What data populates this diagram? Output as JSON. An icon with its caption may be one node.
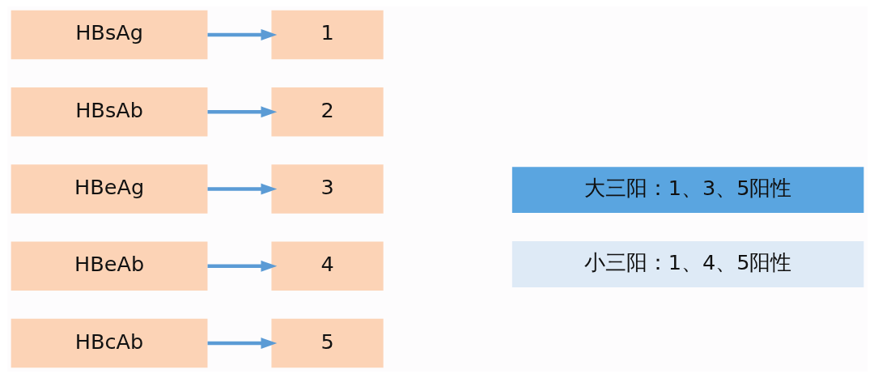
{
  "diagram": {
    "nodes": [
      {
        "text": [
          "HBsAg"
        ]
      },
      {
        "text": [
          "1"
        ]
      },
      {
        "text": [
          "HBsAb"
        ]
      },
      {
        "text": [
          "2"
        ]
      },
      {
        "text": [
          "HBeAg"
        ]
      },
      {
        "text": [
          "3"
        ]
      },
      {
        "text": [
          "HBeAb"
        ]
      },
      {
        "text": [
          "4"
        ]
      },
      {
        "text": [
          "HBcAb"
        ]
      },
      {
        "text": [
          "5"
        ]
      },
      {
        "text": [
          "大三阳：1、3、5阳性"
        ]
      },
      {
        "text": [
          "小三阳：1、4、5阳性"
        ]
      }
    ],
    "edges": [
      {
        "from": 0,
        "to": 1,
        "arrow": "to"
      },
      {
        "from": 2,
        "to": 3,
        "arrow": "to"
      },
      {
        "from": 4,
        "to": 5,
        "arrow": "to"
      },
      {
        "from": 6,
        "to": 7,
        "arrow": "to"
      },
      {
        "from": 8,
        "to": 9,
        "arrow": "to"
      }
    ]
  }
}
